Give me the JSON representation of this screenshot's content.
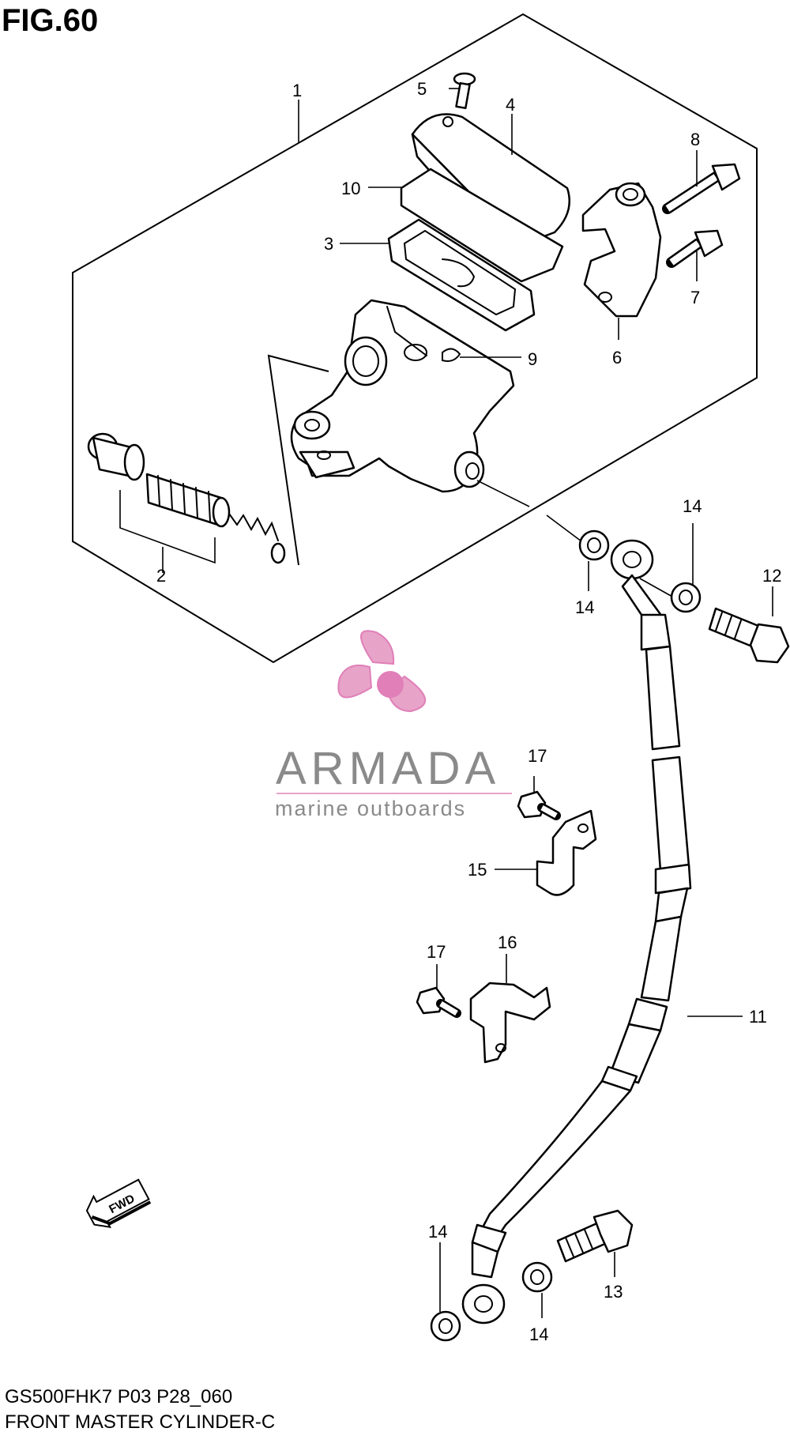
{
  "figure": {
    "title": "FIG.60"
  },
  "callouts": [
    "1",
    "2",
    "3",
    "4",
    "5",
    "6",
    "7",
    "8",
    "9",
    "10",
    "11",
    "12",
    "13",
    "14",
    "15",
    "16",
    "17"
  ],
  "direction_marker": "FWD",
  "watermark": {
    "name": "ARMADA",
    "tagline": "marine outboards",
    "colors": {
      "pink": "#e8a3c8",
      "pink_dark": "#e07fb8",
      "gray": "#8a8a8a"
    }
  },
  "footer": {
    "model_code": "GS500FHK7 P03 P28_060",
    "caption": "FRONT MASTER CYLINDER-C"
  }
}
